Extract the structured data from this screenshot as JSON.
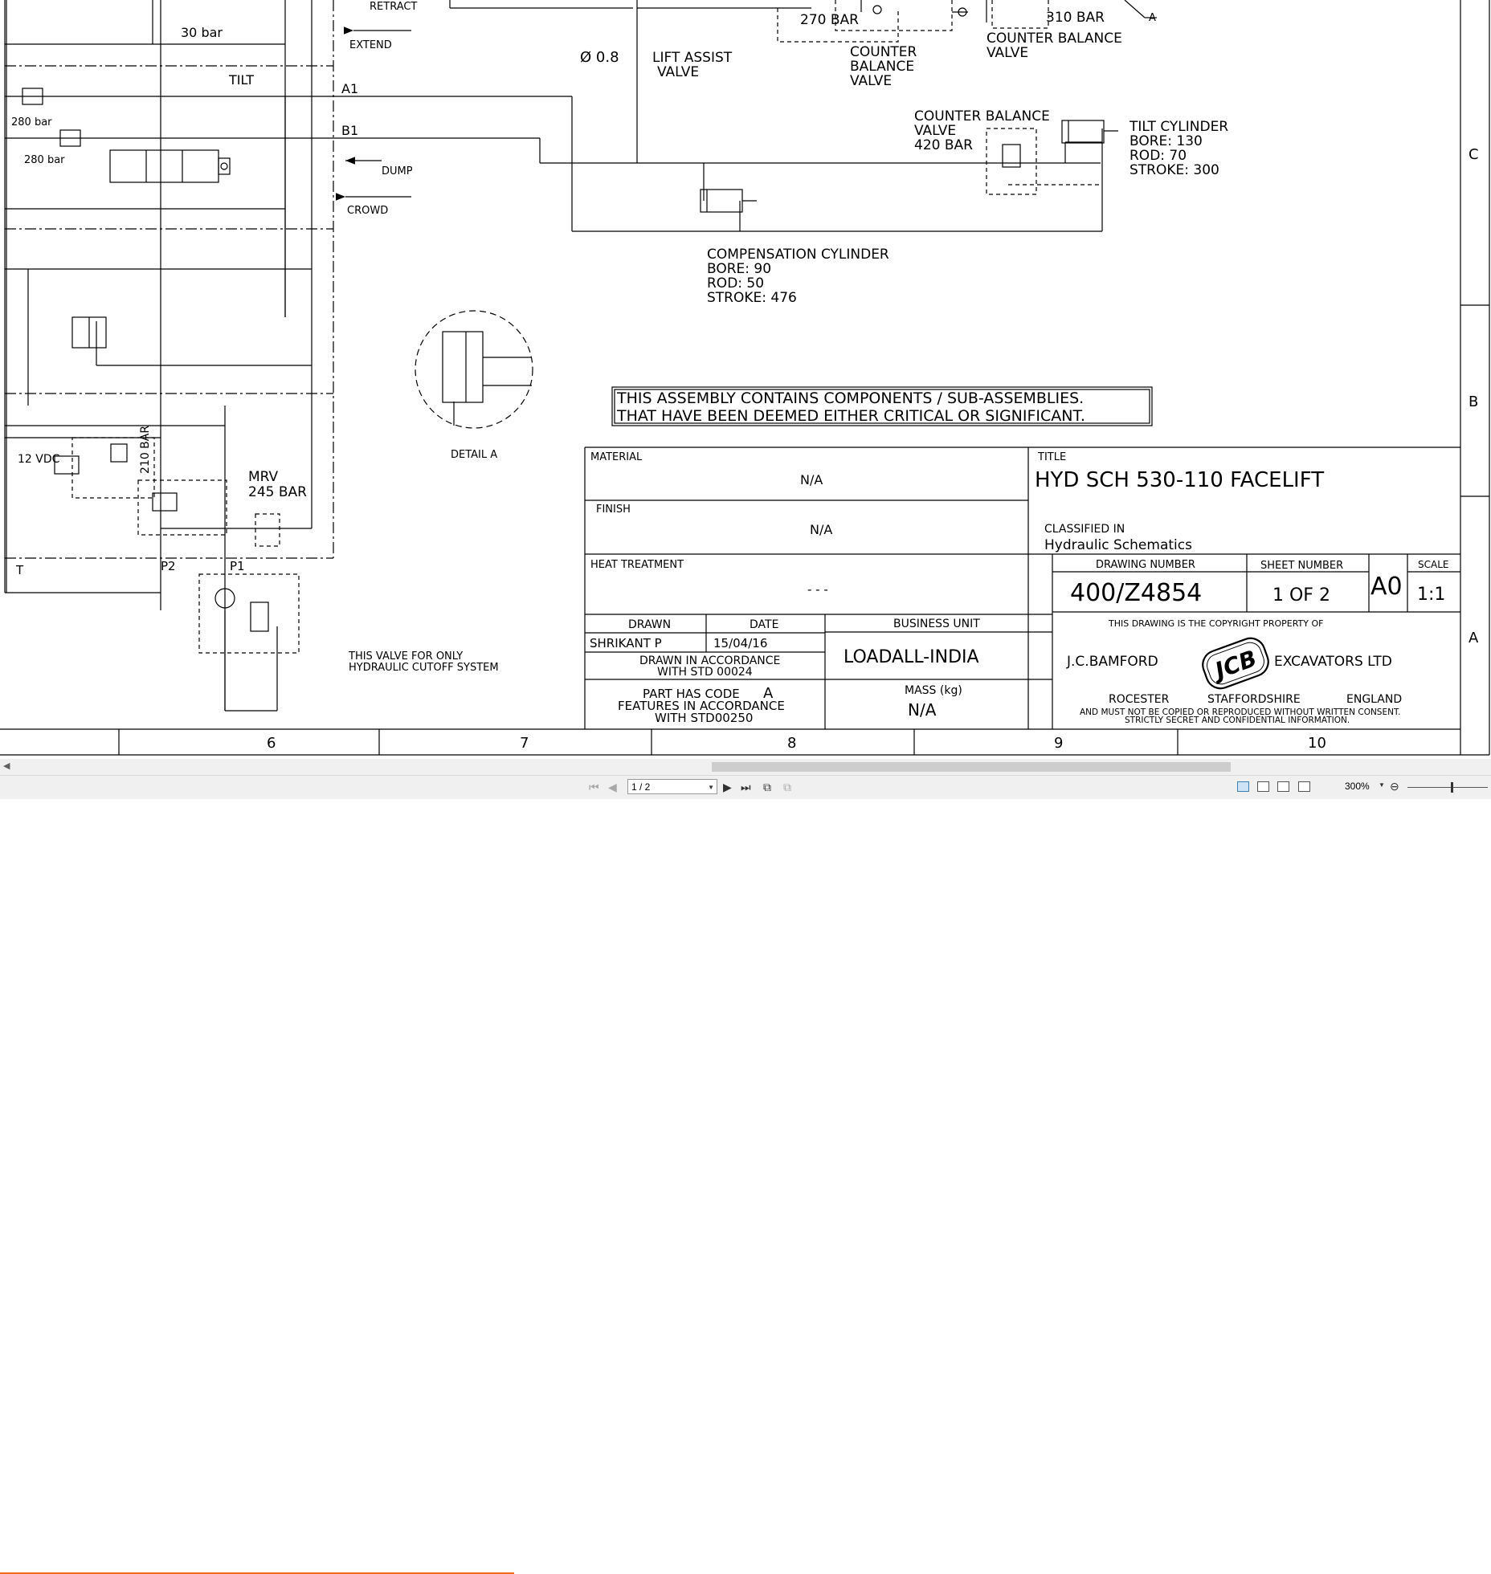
{
  "drawing": {
    "schematic_labels": {
      "retract": "RETRACT",
      "extend": "EXTEND",
      "bar_30": "30 bar",
      "tilt": "TILT",
      "a1": "A1",
      "b1": "B1",
      "bar_280_a": "280 bar",
      "bar_280_b": "280 bar",
      "dump": "DUMP",
      "crowd": "CROWD",
      "orifice": "Ø 0.8",
      "lift_assist_1": "LIFT ASSIST",
      "lift_assist_2": "VALVE",
      "bar_270": "270 BAR",
      "cbv1_1": "COUNTER",
      "cbv1_2": "BALANCE",
      "cbv1_3": "VALVE",
      "bar_310": "310 BAR",
      "cbv2_1": "COUNTER BALANCE",
      "cbv2_2": "VALVE",
      "marker_a": "A",
      "cbv3_1": "COUNTER BALANCE",
      "cbv3_2": "VALVE",
      "cbv3_3": "420 BAR",
      "tilt_cyl": "TILT CYLINDER",
      "tilt_bore": "BORE: 130",
      "tilt_rod": "ROD: 70",
      "tilt_stroke": "STROKE: 300",
      "comp_cyl": "COMPENSATION CYLINDER",
      "comp_bore": "BORE: 90",
      "comp_rod": "ROD: 50",
      "comp_stroke": "STROKE: 476",
      "detail_a": "DETAIL A",
      "vdc_12": "12 VDC",
      "bar_210": "210 BAR",
      "mrv": "MRV",
      "bar_245": "245 BAR",
      "port_t": "T",
      "port_p2": "P2",
      "port_p1": "P1",
      "cutoff_1": "THIS VALVE FOR ONLY",
      "cutoff_2": "HYDRAULIC CUTOFF SYSTEM"
    },
    "note": {
      "line1": "THIS ASSEMBLY CONTAINS COMPONENTS / SUB-ASSEMBLIES.",
      "line2": "THAT HAVE BEEN DEEMED EITHER CRITICAL OR SIGNIFICANT."
    },
    "title_block": {
      "material_label": "MATERIAL",
      "material_value": "N/A",
      "finish_label": "FINISH",
      "finish_value": "N/A",
      "heat_treatment_label": "HEAT TREATMENT",
      "heat_treatment_value": "- - -",
      "title_label": "TITLE",
      "title_value": "HYD SCH 530-110 FACELIFT",
      "classified_label": "CLASSIFIED IN",
      "classified_value": "Hydraulic Schematics",
      "drawing_number_label": "DRAWING NUMBER",
      "drawing_number_value": "400/Z4854",
      "sheet_number_label": "SHEET NUMBER",
      "sheet_number_value": "1 OF 2",
      "paper_size": "A0",
      "scale_label": "SCALE",
      "scale_value": "1:1",
      "drawn_label": "DRAWN",
      "drawn_value": "SHRIKANT P",
      "date_label": "DATE",
      "date_value": "15/04/16",
      "business_unit_label": "BUSINESS UNIT",
      "business_unit_value": "LOADALL-INDIA",
      "std_line1": "DRAWN IN ACCORDANCE",
      "std_line2": "WITH STD 00024",
      "code_line1": "PART HAS CODE",
      "code_letter": "A",
      "code_line2": "FEATURES IN ACCORDANCE",
      "code_line3": "WITH STD00250",
      "mass_label": "MASS (kg)",
      "mass_value": "N/A",
      "copyright_line": "THIS DRAWING IS THE COPYRIGHT PROPERTY OF",
      "company_left": "J.C.BAMFORD",
      "company_logo": "JCB",
      "company_right": "EXCAVATORS LTD",
      "loc_1": "ROCESTER",
      "loc_2": "STAFFORDSHIRE",
      "loc_3": "ENGLAND",
      "consent_line": "AND MUST NOT BE COPIED OR REPRODUCED WITHOUT WRITTEN CONSENT.",
      "secret_line": "STRICTLY SECRET AND CONFIDENTIAL INFORMATION."
    },
    "zone_rows": [
      "C",
      "B",
      "A"
    ],
    "zone_columns": [
      "6",
      "7",
      "8",
      "9",
      "10"
    ]
  },
  "viewer": {
    "page_indicator": "1 / 2",
    "zoom": "300%",
    "icons": [
      "first-page-icon",
      "prev-page-icon",
      "next-page-icon",
      "last-page-icon",
      "page-copy-icon",
      "page-paste-icon",
      "single-page-view-icon",
      "continuous-view-icon",
      "facing-view-icon",
      "outline-view-icon",
      "zoom-out-icon",
      "zoom-in-icon"
    ],
    "accent": "#f36a1d"
  }
}
